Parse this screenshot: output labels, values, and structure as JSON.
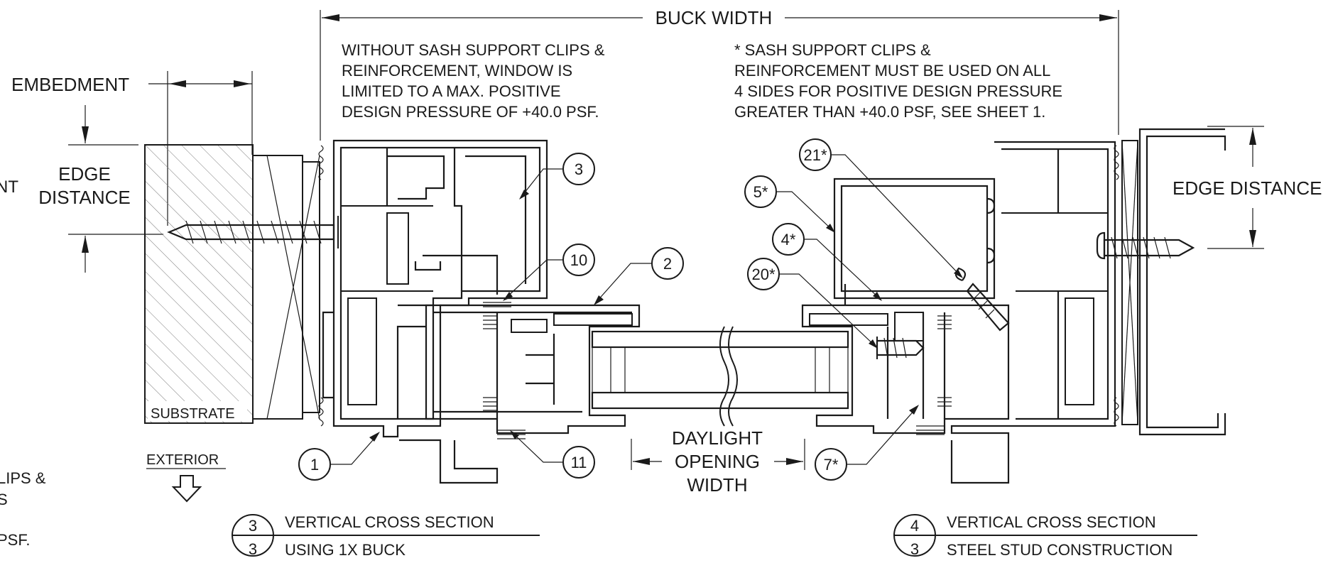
{
  "dimensions": {
    "buck_width": "BUCK WIDTH",
    "embedment": "EMBEDMENT",
    "edge_distance_left_1": "EDGE",
    "edge_distance_left_2": "DISTANCE",
    "edge_distance_right": "EDGE DISTANCE",
    "daylight_1": "DAYLIGHT",
    "daylight_2": "OPENING",
    "daylight_3": "WIDTH"
  },
  "notes": {
    "left": [
      "WITHOUT SASH SUPPORT CLIPS &",
      "REINFORCEMENT, WINDOW IS",
      "LIMITED TO A MAX. POSITIVE",
      "DESIGN PRESSURE OF +40.0 PSF."
    ],
    "right": [
      "* SASH SUPPORT CLIPS &",
      "REINFORCEMENT MUST BE USED ON ALL",
      "4 SIDES FOR POSITIVE DESIGN PRESSURE",
      "GREATER THAN +40.0 PSF, SEE SHEET 1."
    ],
    "cut_off": {
      "nt": "NT",
      "lips": "LIPS &",
      "s": "S",
      "psf": "PSF."
    }
  },
  "labels": {
    "substrate": "SUBSTRATE",
    "exterior": "EXTERIOR"
  },
  "callouts": [
    {
      "id": "c1",
      "text": "1"
    },
    {
      "id": "c2",
      "text": "2"
    },
    {
      "id": "c3",
      "text": "3"
    },
    {
      "id": "c10",
      "text": "10"
    },
    {
      "id": "c11",
      "text": "11"
    },
    {
      "id": "c4",
      "text": "4*"
    },
    {
      "id": "c5",
      "text": "5*"
    },
    {
      "id": "c7",
      "text": "7*"
    },
    {
      "id": "c20",
      "text": "20*"
    },
    {
      "id": "c21",
      "text": "21*"
    }
  ],
  "section_left": {
    "num_top": "3",
    "num_bottom": "3",
    "title": "VERTICAL CROSS SECTION",
    "subtitle": "USING 1X BUCK"
  },
  "section_right": {
    "num_top": "4",
    "num_bottom": "3",
    "title": "VERTICAL CROSS SECTION",
    "subtitle": "STEEL STUD CONSTRUCTION"
  }
}
